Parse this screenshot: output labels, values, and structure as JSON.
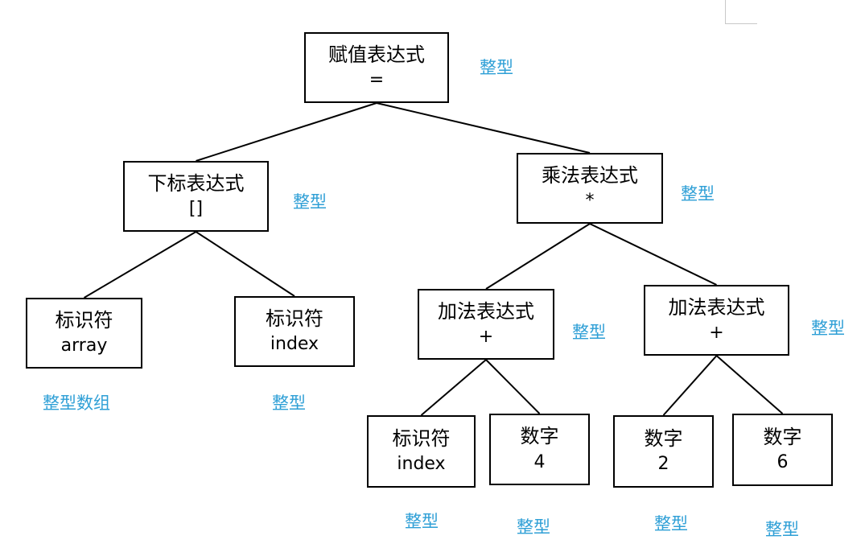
{
  "nodes": {
    "assign": {
      "kind": "赋值表达式",
      "value": "=",
      "type": "整型"
    },
    "subscr": {
      "kind": "下标表达式",
      "value": "[]",
      "type": "整型"
    },
    "mul": {
      "kind": "乘法表达式",
      "value": "*",
      "type": "整型"
    },
    "arr": {
      "kind": "标识符",
      "value": "array",
      "type": "整型数组"
    },
    "idx1": {
      "kind": "标识符",
      "value": "index",
      "type": "整型"
    },
    "add1": {
      "kind": "加法表达式",
      "value": "+",
      "type": "整型"
    },
    "add2": {
      "kind": "加法表达式",
      "value": "+",
      "type": "整型"
    },
    "idx2": {
      "kind": "标识符",
      "value": "index",
      "type": "整型"
    },
    "num4": {
      "kind": "数字",
      "value": "4",
      "type": "整型"
    },
    "num2": {
      "kind": "数字",
      "value": "2",
      "type": "整型"
    },
    "num6": {
      "kind": "数字",
      "value": "6",
      "type": "整型"
    }
  },
  "edges": [
    [
      "assign",
      "subscr"
    ],
    [
      "assign",
      "mul"
    ],
    [
      "subscr",
      "arr"
    ],
    [
      "subscr",
      "idx1"
    ],
    [
      "mul",
      "add1"
    ],
    [
      "mul",
      "add2"
    ],
    [
      "add1",
      "idx2"
    ],
    [
      "add1",
      "num4"
    ],
    [
      "add2",
      "num2"
    ],
    [
      "add2",
      "num6"
    ]
  ],
  "colors": {
    "type_label": "#2e9fd6",
    "stroke": "#000000"
  }
}
